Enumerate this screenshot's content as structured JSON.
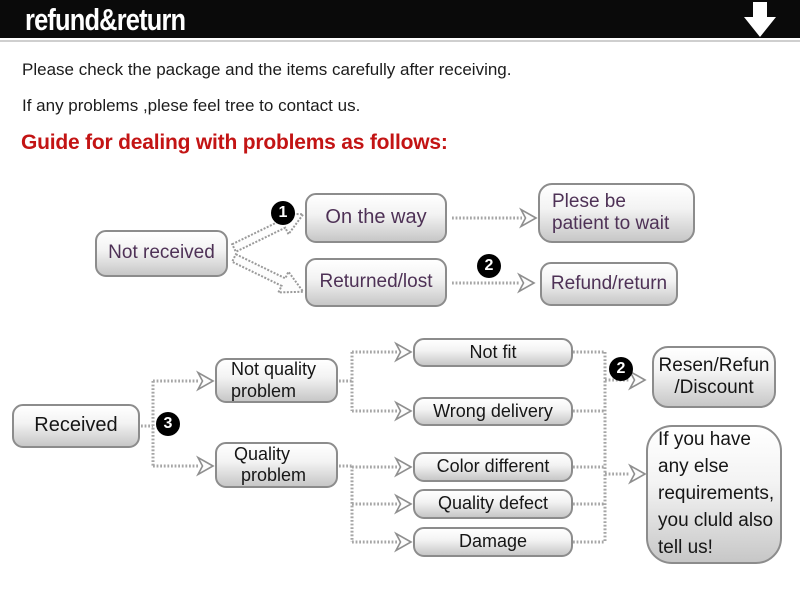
{
  "banner": {
    "title": "refund&return",
    "arrow_icon": "down-arrow"
  },
  "intro": {
    "line1": "Please check the package and the items carefully after receiving.",
    "line2": "If any problems ,plese feel tree to contact us."
  },
  "heading": "Guide for dealing with problems as follows:",
  "colors": {
    "banner_bg": "#0a0a0a",
    "heading_red": "#c31414",
    "node_text_purple": "#4e3156",
    "node_text_dark": "#161616",
    "node_border": "#8c8c8c",
    "connector_gray": "#a6a6a6"
  },
  "flowchart": {
    "badges": {
      "b1": "1",
      "b2_top": "2",
      "b3": "3",
      "b2_bottom": "2"
    },
    "nodes": {
      "not_received": {
        "label": "Not received"
      },
      "on_the_way": {
        "label": "On the way"
      },
      "returned_lost": {
        "label": "Returned/lost"
      },
      "plese_wait": {
        "lines": [
          "Plese be",
          "patient to wait"
        ]
      },
      "refund_return": {
        "label": "Refund/return"
      },
      "received": {
        "label": "Received"
      },
      "not_quality_problem": {
        "lines": [
          "Not quality",
          "problem"
        ]
      },
      "quality_problem": {
        "lines": [
          "Quality",
          "problem"
        ]
      },
      "not_fit": {
        "label": "Not fit"
      },
      "wrong_delivery": {
        "label": "Wrong delivery"
      },
      "color_different": {
        "label": "Color different"
      },
      "quality_defect": {
        "label": "Quality defect"
      },
      "damage": {
        "label": "Damage"
      },
      "resen_refun": {
        "lines": [
          "Resen/Refun",
          "/Discount"
        ]
      },
      "if_you_have": {
        "lines": [
          "If you have",
          "any else",
          "requirements,",
          "you cluld also",
          "tell us!"
        ]
      }
    }
  }
}
